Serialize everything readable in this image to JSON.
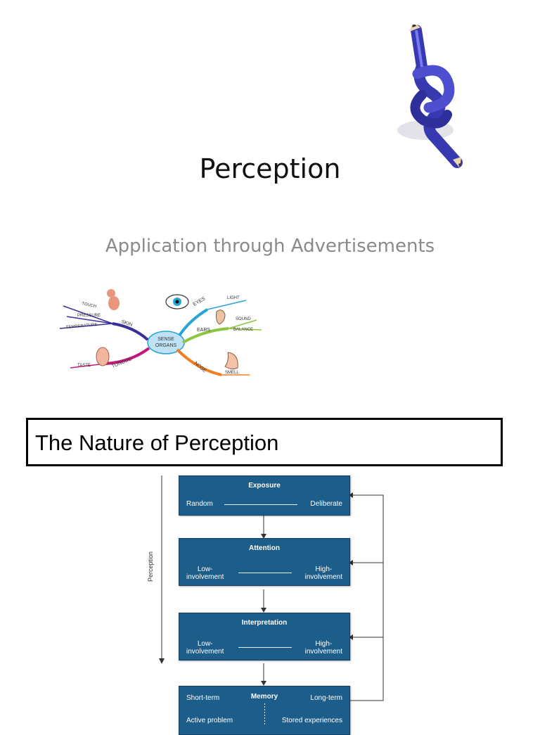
{
  "slide1": {
    "title": "Perception",
    "subtitle": "Application through Advertisements",
    "mindmap": {
      "center_label_1": "SENSE",
      "center_label_2": "ORGANS",
      "branches": [
        {
          "name": "SKIN",
          "color": "#3a2f9a",
          "leaves": [
            "TOUCH",
            "PRESSURE",
            "TEMPERATURE"
          ]
        },
        {
          "name": "EYES",
          "color": "#2aa3d6",
          "leaves": [
            "LIGHT"
          ]
        },
        {
          "name": "EARS",
          "color": "#8cc63f",
          "leaves": [
            "SOUND",
            "BALANCE"
          ]
        },
        {
          "name": "TONGUE",
          "color": "#c2187e",
          "leaves": [
            "TASTE"
          ]
        },
        {
          "name": "NOSE",
          "color": "#f07f22",
          "leaves": [
            "SMELL"
          ]
        }
      ]
    }
  },
  "slide2": {
    "title": "The Nature of Perception",
    "axis_label": "Perception",
    "stages": [
      {
        "name": "Exposure",
        "left": "Random",
        "right": "Deliberate"
      },
      {
        "name": "Attention",
        "left": "Low-\ninvolvement",
        "right": "High-\ninvolvement"
      },
      {
        "name": "Interpretation",
        "left": "Low-\ninvolvement",
        "right": "High-\ninvolvement"
      },
      {
        "name": "Memory",
        "left": "Short-term",
        "right": "Long-term",
        "sub_left": "Active problem",
        "sub_right": "Stored experiences"
      }
    ]
  },
  "colors": {
    "flow_box": "#1d5d8a",
    "text_gray": "#8a8a8a"
  }
}
